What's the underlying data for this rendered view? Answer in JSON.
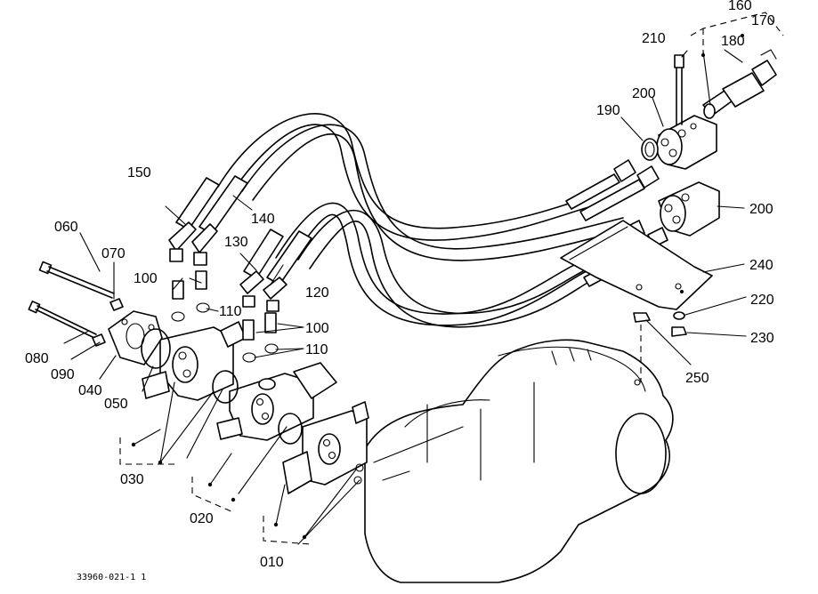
{
  "part_labels": {
    "p010": "010",
    "p020": "020",
    "p030": "030",
    "p040": "040",
    "p050": "050",
    "p060": "060",
    "p070": "070",
    "p080": "080",
    "p090": "090",
    "p100a": "100",
    "p100b": "100",
    "p110a": "110",
    "p110b": "110",
    "p120": "120",
    "p130": "130",
    "p140": "140",
    "p150": "150",
    "p160": "160",
    "p170": "170",
    "p180": "180",
    "p190": "190",
    "p200a": "200",
    "p200b": "200",
    "p210": "210",
    "p220": "220",
    "p230": "230",
    "p240": "240",
    "p250": "250"
  },
  "drawing_code": "33960-021-1 1"
}
